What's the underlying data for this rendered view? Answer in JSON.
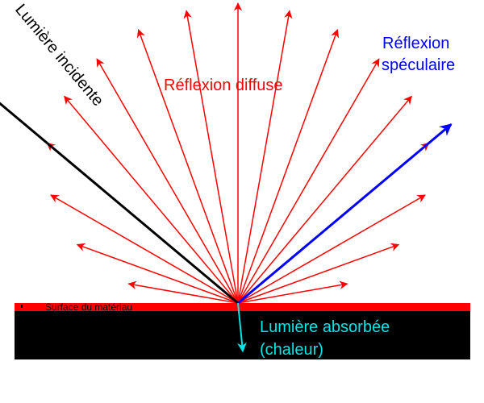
{
  "title": "Réflexion de la lumière sur un matériau",
  "labels": {
    "incident": "Lumière incidente",
    "diffuse": "Réflexion diffuse",
    "specular_line1": "Réflexion",
    "specular_line2": "spéculaire",
    "surface": "Surface du matériau",
    "absorbed_line1": "Lumière absorbée",
    "absorbed_line2": "(chaleur)"
  },
  "colors": {
    "diffuse": "#ff0000",
    "specular": "#0000ff",
    "incident": "#000000",
    "absorbed": "#00e5e5",
    "surface": "#ff0000",
    "material": "#000000"
  },
  "diagram": {
    "incident_angle_deg": 140,
    "specular_angle_deg": 40,
    "diffuse_angles_deg": [
      10,
      20,
      30,
      40,
      50,
      60,
      70,
      80,
      90,
      100,
      110,
      120,
      130,
      140,
      150,
      160,
      170
    ],
    "diffuse_lengths_rel": [
      0.37,
      0.57,
      0.72,
      0.83,
      0.9,
      0.94,
      0.97,
      0.99,
      1.0,
      0.99,
      0.97,
      0.94,
      0.9,
      0.83,
      0.72,
      0.57,
      0.37
    ]
  }
}
